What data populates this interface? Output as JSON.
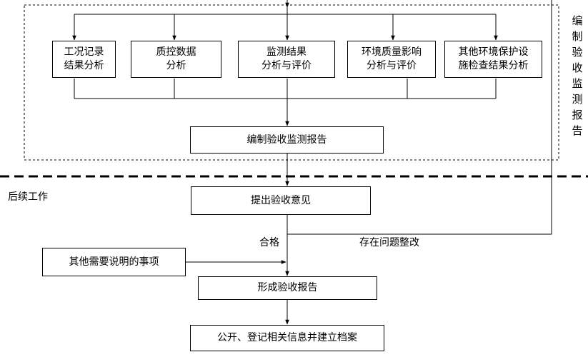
{
  "analysis_boxes": [
    "工况记录\n结果分析",
    "质控数据\n分析",
    "监测结果\n分析与评价",
    "环境质量影响\n分析与评价",
    "其他环境保护设\n施检查结果分析"
  ],
  "compile_report_box": "编制验收监测报告",
  "section_label_vertical": "编制验收监测报告",
  "followup_label": "后续工作",
  "opinion_box": "提出验收意见",
  "qualified_label": "合格",
  "rectify_label": "存在问题整改",
  "other_matters_box": "其他需要说明的事项",
  "form_report_box": "形成验收报告",
  "publish_box": "公开、登记相关信息并建立档案"
}
